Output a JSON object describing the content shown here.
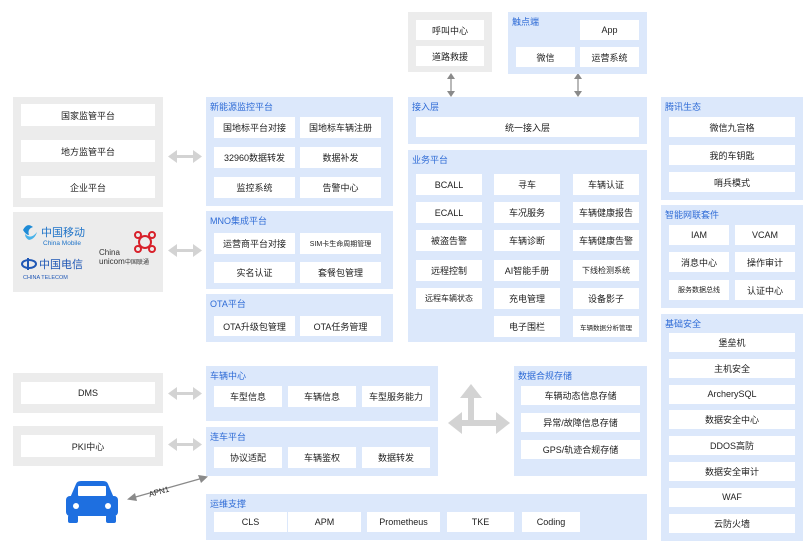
{
  "left": {
    "gov": [
      "国家监管平台",
      "地方监管平台",
      "企业平台"
    ],
    "dms": "DMS",
    "pki": "PKI中心",
    "apn": "APN1",
    "logos": {
      "china_mobile": "中国移动",
      "china_mobile_en": "China Mobile",
      "china_telecom": "中国电信",
      "china_telecom_en": "CHINA TELECOM",
      "china_unicom_en1": "China",
      "china_unicom_en2": "unicom",
      "china_unicom": "中国联通"
    }
  },
  "energy": {
    "title": "新能源监控平台",
    "items": [
      "国地标平台对接",
      "国地标车辆注册",
      "32960数据转发",
      "数据补发",
      "监控系统",
      "告警中心"
    ]
  },
  "mno": {
    "title": "MNO集成平台",
    "items": [
      "运营商平台对接",
      "SIM卡生命周期管理",
      "实名认证",
      "套餐包管理"
    ]
  },
  "ota": {
    "title": "OTA平台",
    "items": [
      "OTA升级包管理",
      "OTA任务管理"
    ]
  },
  "call": [
    "呼叫中心",
    "道路救援"
  ],
  "touch": {
    "title": "触点端",
    "items": [
      "App",
      "微信",
      "运营系统"
    ]
  },
  "access": {
    "title": "接入层",
    "item": "统一接入层"
  },
  "biz": {
    "title": "业务平台",
    "items": [
      "BCALL",
      "寻车",
      "车辆认证",
      "ECALL",
      "车况服务",
      "车辆健康报告",
      "被盗告警",
      "车辆诊断",
      "车辆健康告警",
      "远程控制",
      "AI智能手册",
      "下线检测系统",
      "远程车辆状态",
      "充电管理",
      "设备影子",
      "电子围栏",
      "车辆数据分析管理"
    ]
  },
  "vehicle": {
    "title": "车辆中心",
    "items": [
      "车型信息",
      "车辆信息",
      "车型服务能力"
    ]
  },
  "lianche": {
    "title": "连车平台",
    "items": [
      "协议适配",
      "车辆鉴权",
      "数据转发"
    ]
  },
  "storage": {
    "title": "数据合规存储",
    "items": [
      "车辆动态信息存储",
      "异常/故障信息存储",
      "GPS/轨迹合规存储"
    ]
  },
  "ops": {
    "title": "运维支撑",
    "items": [
      "CLS",
      "APM",
      "Prometheus",
      "TKE",
      "Coding"
    ]
  },
  "tencent": {
    "title": "腾讯生态",
    "items": [
      "微信九宫格",
      "我的车钥匙",
      "哨兵模式"
    ]
  },
  "mw": {
    "title": "智能网联套件",
    "items": [
      "IAM",
      "VCAM",
      "消息中心",
      "操作审计",
      "服务数据总线",
      "认证中心"
    ]
  },
  "sec": {
    "title": "基础安全",
    "items": [
      "堡垒机",
      "主机安全",
      "ArcherySQL",
      "数据安全中心",
      "DDOS高防",
      "数据安全审计",
      "WAF",
      "云防火墙"
    ]
  },
  "colors": {
    "panel": "#dce8fb",
    "title": "#2e6bd6",
    "grey": "#ececec",
    "arrow": "#d3d3d3",
    "car": "#1e6fe0"
  }
}
